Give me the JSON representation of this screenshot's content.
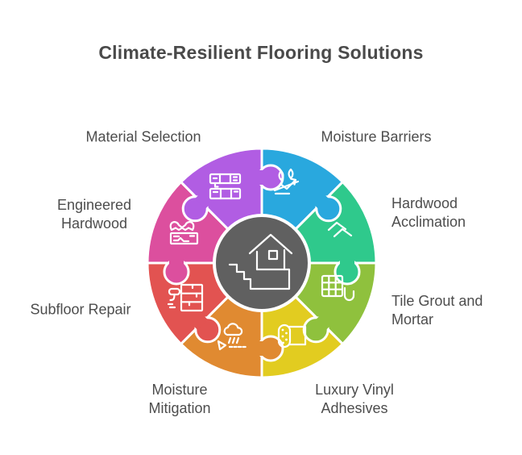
{
  "title": "Climate-Resilient Flooring Solutions",
  "colors": {
    "background": "#ffffff",
    "title_text": "#4a4a4a",
    "label_text": "#4d4d4d",
    "piece_outline": "#ffffff",
    "center_circle": "#606060"
  },
  "center": {
    "icon": "house-on-foundation-icon"
  },
  "segments": [
    {
      "id": "moisture-barriers",
      "label": "Moisture Barriers",
      "color": "#29a8de",
      "icon": "water-drops-deflect-icon"
    },
    {
      "id": "hardwood-acclimation",
      "label": "Hardwood\nAcclimation",
      "color": "#2fc98c",
      "icon": "stacked-planks-icon"
    },
    {
      "id": "tile-grout-and-mortar",
      "label": "Tile Grout and\nMortar",
      "color": "#8fc13d",
      "icon": "tile-grid-trowel-icon"
    },
    {
      "id": "luxury-vinyl-adhesives",
      "label": "Luxury Vinyl\nAdhesives",
      "color": "#e2cc20",
      "icon": "vinyl-roll-icon"
    },
    {
      "id": "moisture-mitigation",
      "label": "Moisture\nMitigation",
      "color": "#e08a31",
      "icon": "rain-cloud-dehumidifier-icon"
    },
    {
      "id": "subfloor-repair",
      "label": "Subfloor Repair",
      "color": "#e25351",
      "icon": "paint-roller-subfloor-icon"
    },
    {
      "id": "engineered-hardwood",
      "label": "Engineered\nHardwood",
      "color": "#dc4f9e",
      "icon": "layered-plank-grain-icon"
    },
    {
      "id": "material-selection",
      "label": "Material Selection",
      "color": "#b15de3",
      "icon": "flooring-samples-shelf-icon"
    }
  ]
}
